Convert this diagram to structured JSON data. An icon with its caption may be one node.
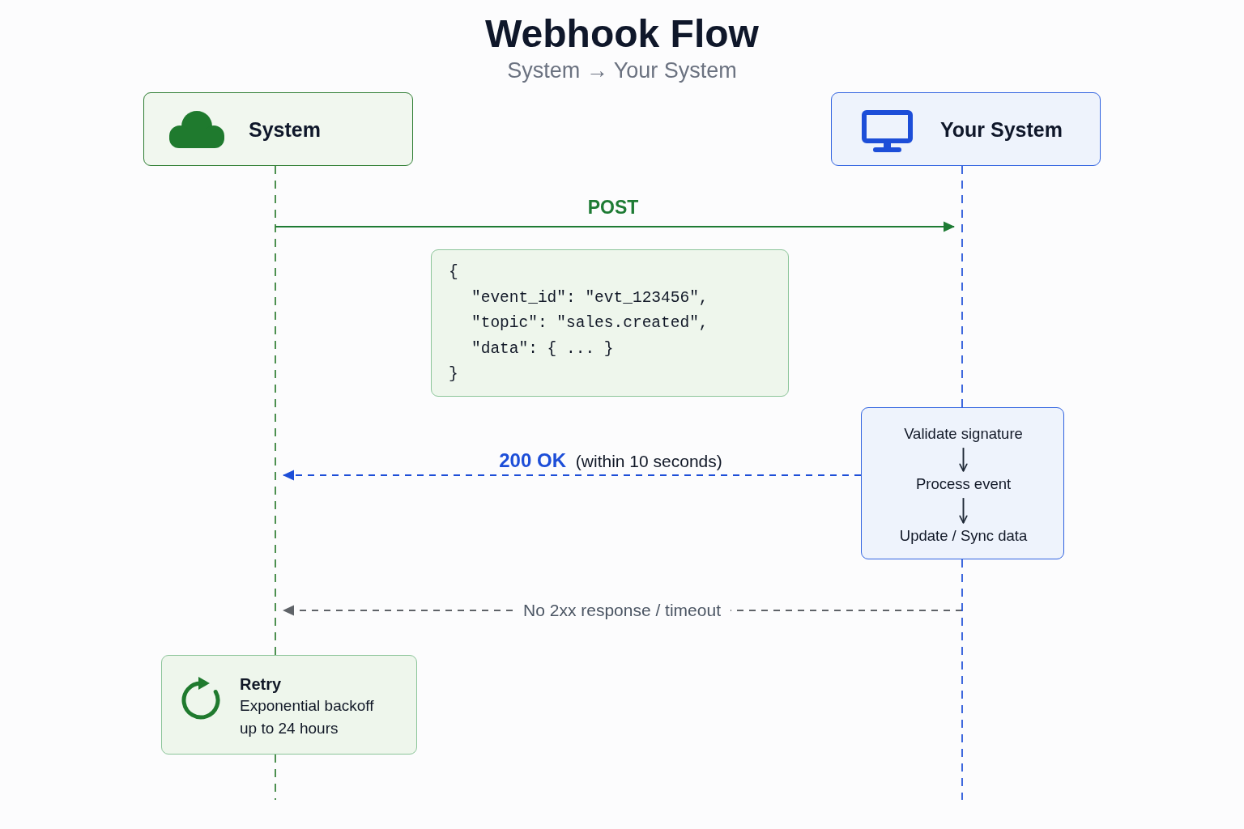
{
  "diagram": {
    "title": "Webhook Flow",
    "nodes": [
      {
        "text": [
          "System"
        ]
      },
      {
        "text": [
          "Your System"
        ]
      },
      {
        "text": [
          "{",
          "\"event_id\": \"evt_123456\",",
          "\"topic\": \"sales.created\",",
          "\"data\": { ... }",
          "}"
        ]
      },
      {
        "text": [],
        "shape": "box"
      },
      {
        "text": [
          "Validate signature"
        ],
        "in": 3
      },
      {
        "text": [
          "Process event"
        ],
        "in": 3
      },
      {
        "text": [
          "Update / Sync data"
        ],
        "in": 3
      },
      {
        "text": [
          "Retry",
          "Exponential backoff up to 24 hours"
        ]
      }
    ],
    "edges": [
      {
        "from": 0,
        "to": 1,
        "arrow": "to",
        "label": "POST",
        "color": "#1e7b34"
      },
      {
        "from": 3,
        "to": null,
        "arrow": "to",
        "label": "**200 OK** (within 10 seconds)",
        "style": "dashed",
        "color": "#1d4ed8"
      },
      {
        "from": null,
        "to": 7,
        "arrow": "to",
        "label": "No 2xx response / timeout",
        "style": "dashed",
        "color": "#5f6368"
      },
      {
        "from": 4,
        "to": 5,
        "arrow": "to",
        "color": "#1f2937"
      },
      {
        "from": 5,
        "to": 6,
        "arrow": "to",
        "color": "#1f2937"
      },
      {
        "from": 0,
        "to": 7,
        "arrow": "none",
        "style": "dashed",
        "color": "#2e7d32"
      },
      {
        "from": 7,
        "to": null,
        "arrow": "none",
        "style": "dashed",
        "color": "#2e7d32"
      },
      {
        "from": 1,
        "to": 3,
        "arrow": "none",
        "style": "dashed",
        "color": "#1d4ed8"
      },
      {
        "from": 3,
        "to": null,
        "arrow": "none",
        "style": "dashed",
        "color": "#1d4ed8"
      }
    ],
    "labels": [
      "System → Your System"
    ]
  }
}
